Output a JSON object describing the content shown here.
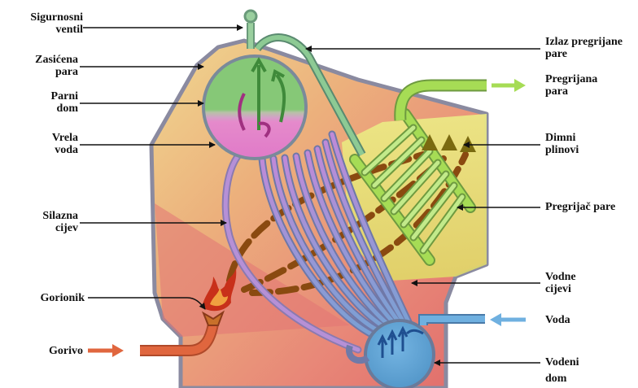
{
  "labels": {
    "sigurnosni_ventil": {
      "line1": "Sigurnosni",
      "line2": "ventil"
    },
    "zasicena_para": {
      "line1": "Zasićena",
      "line2": "para"
    },
    "parni_dom": {
      "line1": "Parni",
      "line2": "dom"
    },
    "vrela_voda": {
      "line1": "Vrela",
      "line2": "voda"
    },
    "silazna_cijev": {
      "line1": "Silazna",
      "line2": "cijev"
    },
    "gorionik": {
      "line1": "Gorionik"
    },
    "gorivo": {
      "line1": "Gorivo"
    },
    "izlaz_pregrijane_pare": {
      "line1": "Izlaz pregrijane",
      "line2": "pare"
    },
    "pregrijana_para": {
      "line1": "Pregrijana",
      "line2": "para"
    },
    "dimni_plinovi": {
      "line1": "Dimni",
      "line2": "plinovi"
    },
    "pregrijac_pare": {
      "line1": "Pregrijač pare"
    },
    "vodne_cijevi": {
      "line1": "Vodne",
      "line2": "cijevi"
    },
    "voda": {
      "line1": "Voda"
    },
    "vodeni_dom": {
      "line1": "Vodeni",
      "line2": "dom"
    }
  },
  "colors": {
    "steam_green": "#7dc36e",
    "hot_water_pink": "#e58acb",
    "water_blue": "#5a9fd0",
    "superheater_green": "#a6dc55",
    "fire_red": "#c8301a",
    "flow_brown": "#8a4a10",
    "casing_grey": "#9a9aa8",
    "flue_yellow": "#e8e070",
    "fuel_orange": "#e0663e"
  }
}
